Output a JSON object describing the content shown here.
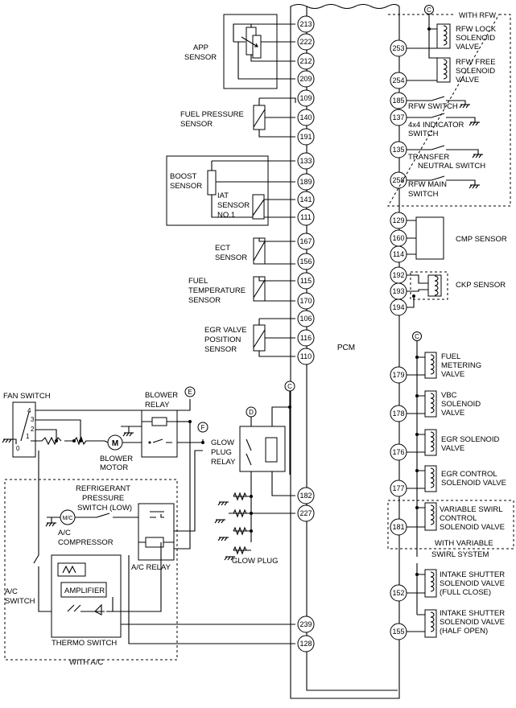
{
  "pcm_label": "PCM",
  "sensors": {
    "app": [
      "APP",
      "SENSOR"
    ],
    "fuel_pressure": [
      "FUEL PRESSURE",
      "SENSOR"
    ],
    "boost": [
      "BOOST",
      "SENSOR"
    ],
    "iat": [
      "IAT",
      "SENSOR",
      "NO.1"
    ],
    "ect": [
      "ECT",
      "SENSOR"
    ],
    "fuel_temp": [
      "FUEL",
      "TEMPERATURE",
      "SENSOR"
    ],
    "egr_pos": [
      "EGR VALVE",
      "POSITION",
      "SENSOR"
    ],
    "cmp": "CMP SENSOR",
    "ckp": "CKP SENSOR"
  },
  "rfw": {
    "group": "WITH RFW",
    "lock": [
      "RFW LOCK",
      "SOLENOID",
      "VALVE"
    ],
    "free": [
      "RFW FREE",
      "SOLENOID",
      "VALVE"
    ],
    "switch": "RFW SWITCH",
    "indicator": [
      "4x4 INDICATOR",
      "SWITCH"
    ],
    "transfer": [
      "TRANSFER",
      "NEUTRAL SWITCH"
    ],
    "main": [
      "RFW MAIN",
      "SWITCH"
    ]
  },
  "solenoids": {
    "fuel_metering": [
      "FUEL",
      "METERING",
      "VALVE"
    ],
    "vbc": [
      "VBC",
      "SOLENOID",
      "VALVE"
    ],
    "egr": [
      "EGR SOLENOID",
      "VALVE"
    ],
    "egr_control": [
      "EGR CONTROL",
      "SOLENOID VALVE"
    ],
    "swirl": [
      "VARIABLE SWIRL",
      "CONTROL",
      "SOLENOID VALVE"
    ],
    "swirl_group": [
      "WITH VARIABLE",
      "SWIRL SYSTEM"
    ],
    "shutter_full": [
      "INTAKE SHUTTER",
      "SOLENOID VALVE",
      "(FULL CLOSE)"
    ],
    "shutter_half": [
      "INTAKE SHUTTER",
      "SOLENOID VALVE",
      "(HALF OPEN)"
    ]
  },
  "blower": {
    "fan_switch": "FAN SWITCH",
    "fan_positions": [
      "4",
      "3",
      "2",
      "1",
      "0"
    ],
    "relay": [
      "BLOWER",
      "RELAY"
    ],
    "motor": [
      "BLOWER",
      "MOTOR"
    ],
    "motor_symbol": "M"
  },
  "glow": {
    "relay": [
      "GLOW",
      "PLUG",
      "RELAY"
    ],
    "plug": "GLOW PLUG"
  },
  "ac": {
    "refrigerant": [
      "REFRIGERANT",
      "PRESSURE",
      "SWITCH (LOW)"
    ],
    "compressor_symbol": "M/C",
    "compressor": [
      "A/C",
      "COMPRESSOR"
    ],
    "relay": "A/C RELAY",
    "switch": [
      "A/C",
      "SWITCH"
    ],
    "amplifier": "AMPLIFIER",
    "thermo": "THERMO SWITCH",
    "group": "WITH A/C"
  },
  "connectors": [
    "C",
    "D",
    "E",
    "F"
  ],
  "pins": {
    "p213": "213",
    "p222": "222",
    "p212": "212",
    "p209": "209",
    "p109": "109",
    "p140": "140",
    "p191": "191",
    "p133": "133",
    "p189": "189",
    "p141": "141",
    "p111": "111",
    "p167": "167",
    "p156": "156",
    "p115": "115",
    "p170": "170",
    "p106": "106",
    "p116": "116",
    "p110": "110",
    "p182": "182",
    "p227": "227",
    "p239": "239",
    "p128": "128",
    "p253": "253",
    "p254": "254",
    "p185": "185",
    "p137": "137",
    "p135": "135",
    "p258": "258",
    "p129": "129",
    "p160": "160",
    "p114": "114",
    "p192": "192",
    "p193": "193",
    "p194": "194",
    "p179": "179",
    "p178": "178",
    "p176": "176",
    "p177": "177",
    "p181": "181",
    "p152": "152",
    "p155": "155"
  }
}
